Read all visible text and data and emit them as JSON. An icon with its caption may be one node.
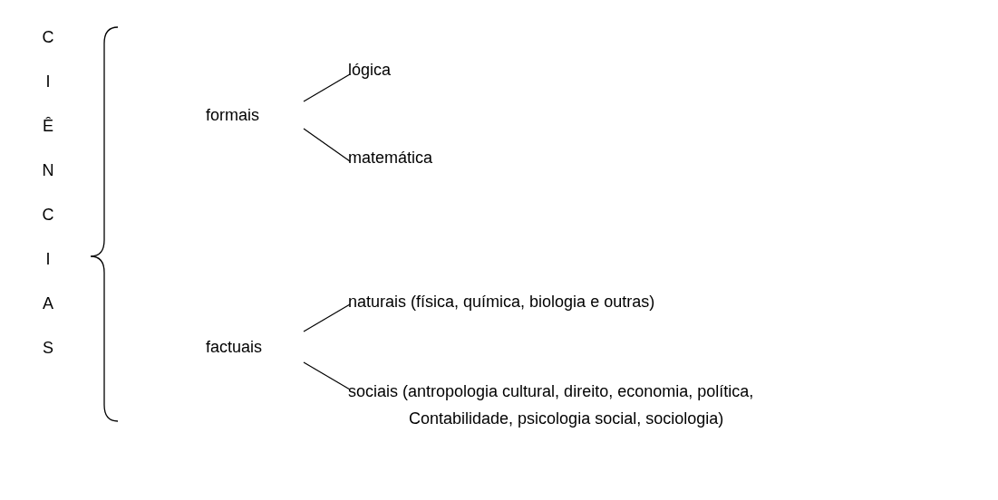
{
  "diagram": {
    "nodes": [
      {
        "text": [
          "CIÊNCIAS"
        ]
      },
      {
        "text": [
          "formais"
        ]
      },
      {
        "text": [
          "lógica"
        ]
      },
      {
        "text": [
          "matemática"
        ]
      },
      {
        "text": [
          "factuais"
        ]
      },
      {
        "text": [
          "naturais (física, química, biologia e outras)"
        ]
      },
      {
        "text": [
          "sociais (antropologia cultural, direito, economia, política, Contabilidade, psicologia social, sociologia)"
        ]
      }
    ],
    "edges": [
      {
        "from": 1,
        "to": 2,
        "arrow": "none"
      },
      {
        "from": 1,
        "to": 3,
        "arrow": "none"
      },
      {
        "from": 4,
        "to": 5,
        "arrow": "none"
      },
      {
        "from": 4,
        "to": 6,
        "arrow": "none"
      }
    ]
  }
}
